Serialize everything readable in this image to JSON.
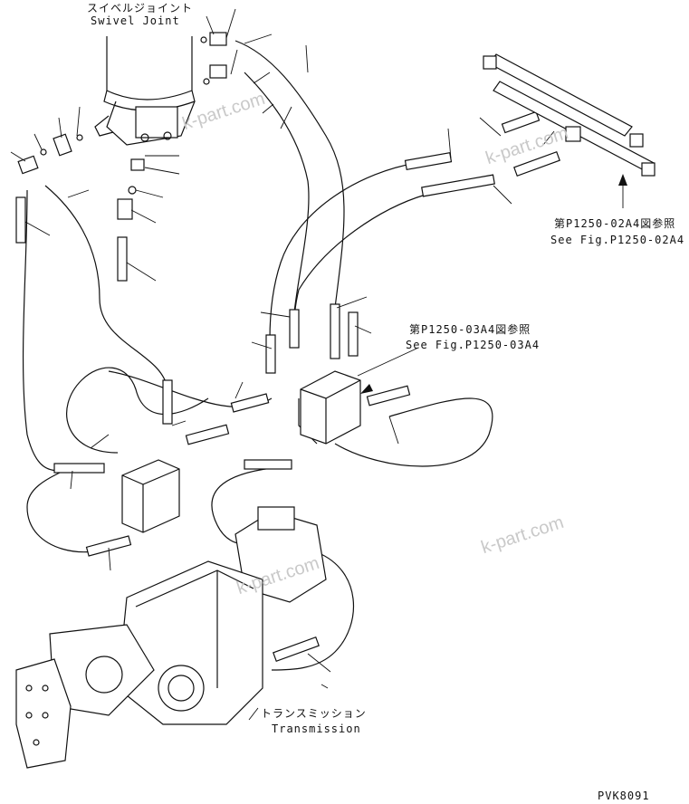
{
  "labels": {
    "swivel_jp": "スイベルジョイント",
    "swivel_en": "Swivel Joint",
    "ref1_jp": "第P1250-02A4図参照",
    "ref1_en": "See Fig.P1250-02A4",
    "ref2_jp": "第P1250-03A4図参照",
    "ref2_en": "See Fig.P1250-03A4",
    "trans_jp": "トランスミッション",
    "trans_en": "Transmission",
    "drawing_no": "PVK8091"
  },
  "watermarks": [
    "k-part.com",
    "k-part.com",
    "k-part.com",
    "k-part.com"
  ],
  "icons": [
    "arrow-up-icon",
    "leader-arrow-icon"
  ]
}
